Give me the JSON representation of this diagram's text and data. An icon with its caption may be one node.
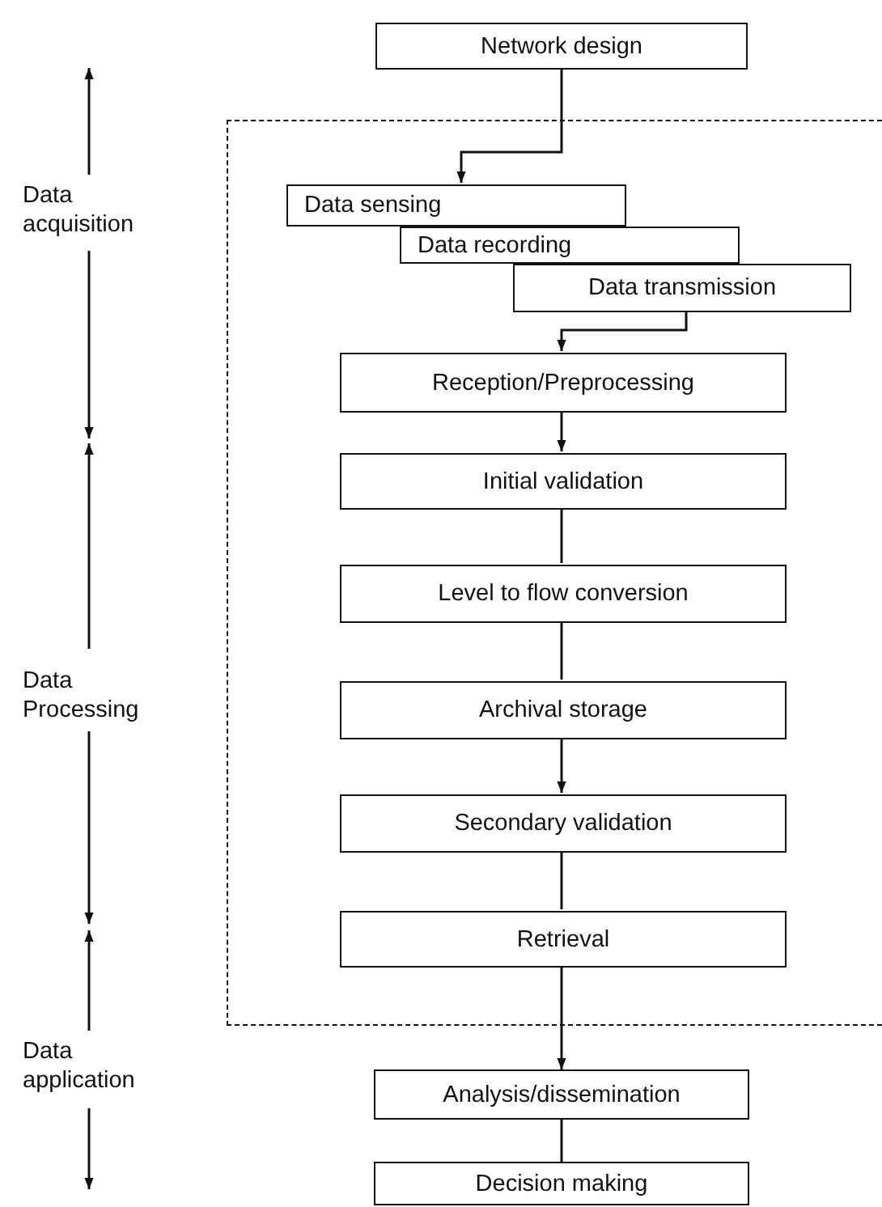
{
  "diagram": {
    "nodes": [
      {
        "text": [
          "Network design"
        ]
      },
      {
        "text": [],
        "shape": "box"
      },
      {
        "text": [
          "Data sensing"
        ],
        "in": 1
      },
      {
        "text": [
          "Data recording"
        ],
        "in": 1
      },
      {
        "text": [
          "Data transmission"
        ],
        "in": 1
      },
      {
        "text": [
          "Reception/Preprocessing"
        ],
        "in": 1
      },
      {
        "text": [
          "Initial validation"
        ],
        "in": 1
      },
      {
        "text": [
          "Level to flow conversion"
        ],
        "in": 1
      },
      {
        "text": [
          "Archival storage"
        ],
        "in": 1
      },
      {
        "text": [
          "Secondary validation"
        ],
        "in": 1
      },
      {
        "text": [
          "Retrieval"
        ],
        "in": 1
      },
      {
        "text": [
          "Analysis/dissemination"
        ]
      },
      {
        "text": [
          "Decision making"
        ]
      }
    ],
    "edges": [
      {
        "from": 0,
        "to": 2,
        "arrow": "to"
      },
      {
        "from": 4,
        "to": 5,
        "arrow": "to"
      },
      {
        "from": 5,
        "to": 6,
        "arrow": "to"
      },
      {
        "from": 6,
        "to": 7,
        "arrow": "none"
      },
      {
        "from": 7,
        "to": 8,
        "arrow": "none"
      },
      {
        "from": 8,
        "to": 9,
        "arrow": "to"
      },
      {
        "from": 9,
        "to": 10,
        "arrow": "none"
      },
      {
        "from": 10,
        "to": 11,
        "arrow": "to"
      },
      {
        "from": 11,
        "to": 12,
        "arrow": "none"
      }
    ],
    "labels": [
      "Data acquisition",
      "Data Processing",
      "Data application"
    ]
  }
}
